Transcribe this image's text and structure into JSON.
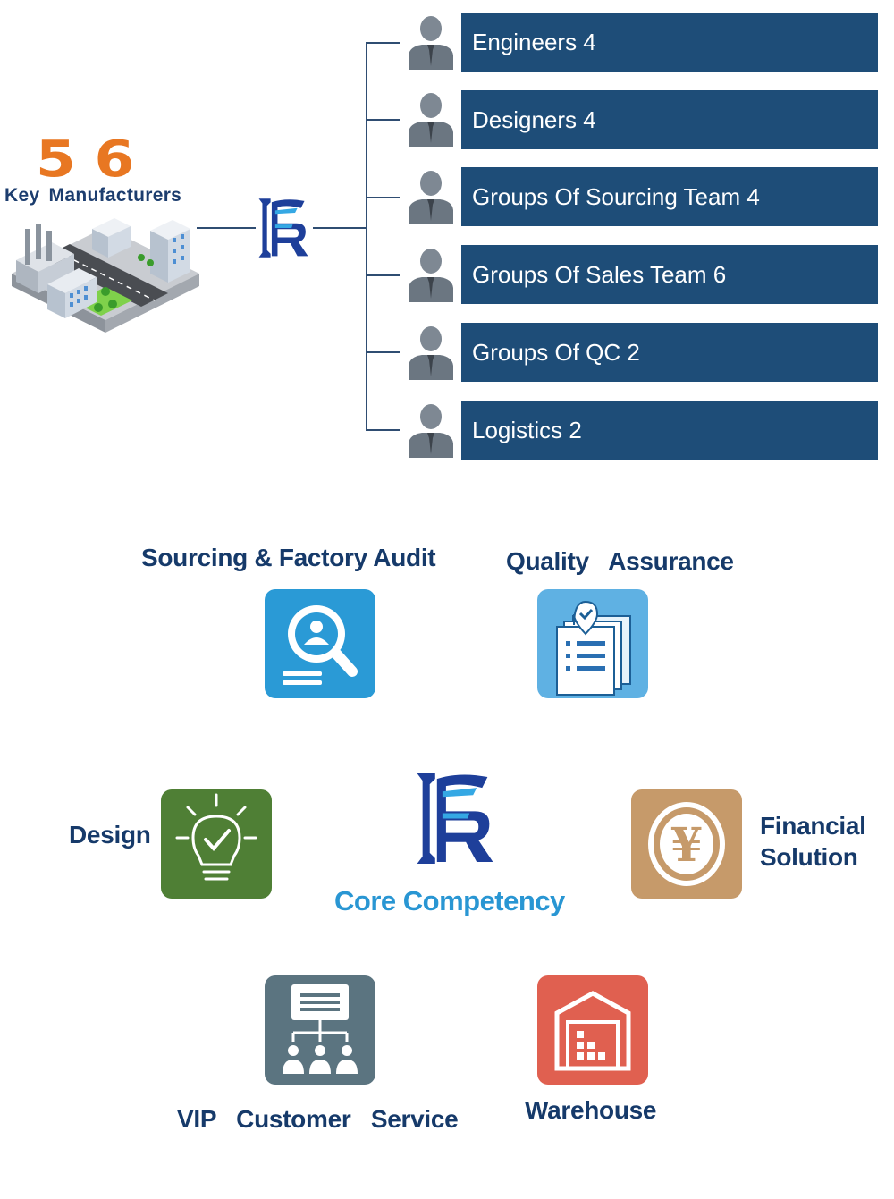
{
  "top": {
    "count": "56",
    "count_label": "Key  Manufacturers",
    "teams": [
      {
        "label": "Engineers 4"
      },
      {
        "label": "Designers 4"
      },
      {
        "label": "Groups Of Sourcing Team 4"
      },
      {
        "label": "Groups Of Sales Team 6"
      },
      {
        "label": "Groups Of QC 2"
      },
      {
        "label": "Logistics 2"
      }
    ]
  },
  "core": {
    "title": "Core Competency",
    "items": {
      "sourcing": "Sourcing & Factory Audit",
      "quality": "Quality   Assurance",
      "design": "Design",
      "financial_line1": "Financial",
      "financial_line2": "Solution",
      "vip": "VIP   Customer   Service",
      "warehouse": "Warehouse"
    }
  },
  "colors": {
    "bar": "#1e4d78",
    "count": "#e87722",
    "heading": "#163a6a",
    "core_title": "#2996d3",
    "sourcing_tile": "#2a9ad6",
    "quality_tile": "#5fb1e3",
    "design_tile": "#4f7f35",
    "financial_tile": "#c69a6a",
    "vip_tile": "#5b7480",
    "warehouse_tile": "#e06050"
  }
}
